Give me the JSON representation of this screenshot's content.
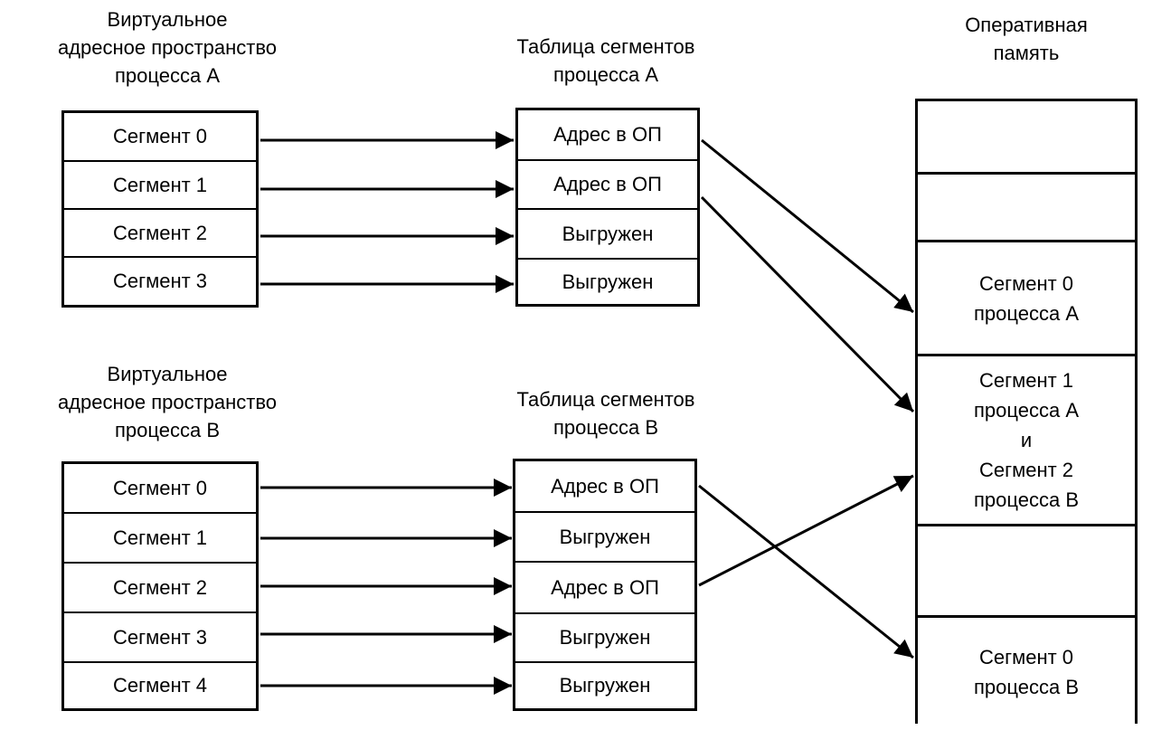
{
  "process_a": {
    "vas_caption": [
      "Виртуальное",
      "адресное пространство",
      "процесса A"
    ],
    "table_caption": [
      "Таблица сегментов",
      "процесса A"
    ],
    "segments": [
      "Сегмент 0",
      "Сегмент 1",
      "Сегмент 2",
      "Сегмент 3"
    ],
    "table_entries": [
      "Адрес в ОП",
      "Адрес в ОП",
      "Выгружен",
      "Выгружен"
    ]
  },
  "process_b": {
    "vas_caption": [
      "Виртуальное",
      "адресное пространство",
      "процесса B"
    ],
    "table_caption": [
      "Таблица сегментов",
      "процесса B"
    ],
    "segments": [
      "Сегмент 0",
      "Сегмент 1",
      "Сегмент 2",
      "Сегмент 3",
      "Сегмент 4"
    ],
    "table_entries": [
      "Адрес в ОП",
      "Выгружен",
      "Адрес в ОП",
      "Выгружен",
      "Выгружен"
    ]
  },
  "ram": {
    "caption": [
      "Оперативная",
      "память"
    ],
    "blocks": [
      {
        "lines": []
      },
      {
        "lines": []
      },
      {
        "lines": [
          "Сегмент 0",
          "процесса A"
        ]
      },
      {
        "lines": [
          "Сегмент 1",
          "процесса A",
          "и",
          "Сегмент 2",
          "процесса B"
        ]
      },
      {
        "lines": []
      },
      {
        "lines": [
          "Сегмент 0",
          "процесса B"
        ]
      }
    ]
  },
  "mappings": [
    {
      "from_process": "A",
      "from_entry": 0,
      "to_block": 2
    },
    {
      "from_process": "A",
      "from_entry": 1,
      "to_block": 3
    },
    {
      "from_process": "B",
      "from_entry": 0,
      "to_block": 5
    },
    {
      "from_process": "B",
      "from_entry": 2,
      "to_block": 3
    }
  ]
}
